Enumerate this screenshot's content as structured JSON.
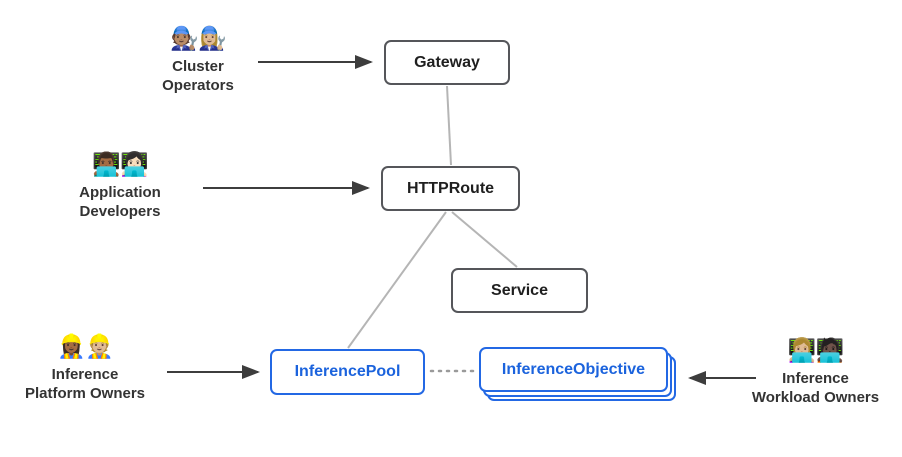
{
  "nodes": {
    "gateway": {
      "label": "Gateway"
    },
    "httproute": {
      "label": "HTTPRoute"
    },
    "service": {
      "label": "Service"
    },
    "inference_pool": {
      "label": "InferencePool"
    },
    "inference_objective": {
      "label": "InferenceObjective"
    }
  },
  "actors": {
    "cluster_operators": {
      "emoji": "🧑🏽‍🔧👩🏼‍🔧",
      "lines": [
        "Cluster",
        "Operators"
      ]
    },
    "application_developers": {
      "emoji": "👨🏾‍💻👩🏻‍💻",
      "lines": [
        "Application",
        "Developers"
      ]
    },
    "inference_platform_owners": {
      "emoji": "👷🏾‍♀️👷🏼",
      "lines": [
        "Inference",
        "Platform Owners"
      ]
    },
    "inference_workload_owners": {
      "emoji": "👩🏼‍💻🧑🏿‍💻",
      "lines": [
        "Inference",
        "Workload Owners"
      ]
    }
  },
  "edges": [
    {
      "from": "cluster_operators",
      "to": "gateway",
      "style": "arrow"
    },
    {
      "from": "application_developers",
      "to": "httproute",
      "style": "arrow"
    },
    {
      "from": "inference_platform_owners",
      "to": "inference_pool",
      "style": "arrow"
    },
    {
      "from": "inference_workload_owners",
      "to": "inference_objective",
      "style": "arrow"
    },
    {
      "from": "gateway",
      "to": "httproute",
      "style": "line"
    },
    {
      "from": "httproute",
      "to": "service",
      "style": "line"
    },
    {
      "from": "httproute",
      "to": "inference_pool",
      "style": "line"
    },
    {
      "from": "inference_pool",
      "to": "inference_objective",
      "style": "dotted"
    }
  ],
  "colors": {
    "node_border_gray": "#55565a",
    "accent_blue": "#2368e4",
    "connector_gray": "#b5b5b5",
    "arrow_dark": "#3d3d3d"
  }
}
